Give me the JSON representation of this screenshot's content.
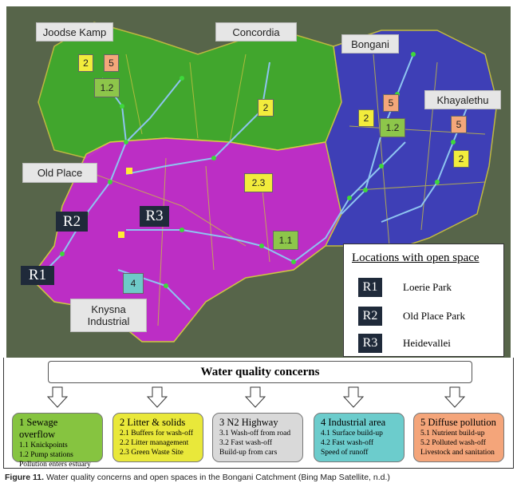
{
  "areas": {
    "joodse_kamp": "Joodse Kamp",
    "concordia": "Concordia",
    "bongani": "Bongani",
    "khayalethu": "Khayalethu",
    "old_place": "Old Place",
    "knysna_industrial": "Knysna Industrial"
  },
  "site_markers": {
    "r1": "R1",
    "r2": "R2",
    "r3": "R3"
  },
  "concern_markers": [
    {
      "label": "2",
      "color": "#f2ec3c"
    },
    {
      "label": "5",
      "color": "#f4a77a"
    },
    {
      "label": "1.2",
      "color": "#8dc64a"
    },
    {
      "label": "2",
      "color": "#f2ec3c"
    },
    {
      "label": "5",
      "color": "#f4a77a"
    },
    {
      "label": "2",
      "color": "#f2ec3c"
    },
    {
      "label": "1.2",
      "color": "#8dc64a"
    },
    {
      "label": "5",
      "color": "#f4a77a"
    },
    {
      "label": "2",
      "color": "#f2ec3c"
    },
    {
      "label": "2.3",
      "color": "#f2ec3c"
    },
    {
      "label": "1.1",
      "color": "#8dc64a"
    },
    {
      "label": "4",
      "color": "#6ecac8"
    }
  ],
  "legend": {
    "title": "Locations with open space",
    "items": [
      {
        "code": "R1",
        "name": "Loerie Park"
      },
      {
        "code": "R2",
        "name": "Old Place Park"
      },
      {
        "code": "R3",
        "name": "Heidevallei"
      }
    ]
  },
  "banner": "Water quality concerns",
  "concerns": [
    {
      "title": "1 Sewage overflow",
      "lines": [
        "1.1 Knickpoints",
        "1.2 Pump stations",
        "Pollution enters estuary"
      ],
      "color": "#86c440"
    },
    {
      "title": "2 Litter & solids",
      "lines": [
        "2.1 Buffers for wash-off",
        "2.2 Litter management",
        "2.3 Green Waste Site"
      ],
      "color": "#e9e83a"
    },
    {
      "title": "3 N2 Highway",
      "lines": [
        "3.1 Wash-off from road",
        "3.2 Fast wash-off",
        "Build-up from cars"
      ],
      "color": "#d9d9d9"
    },
    {
      "title": "4 Industrial area",
      "lines": [
        "4.1 Surface build-up",
        "4.2 Fast wash-off",
        "Speed of runoff"
      ],
      "color": "#6ccccc"
    },
    {
      "title": "5 Diffuse pollution",
      "lines": [
        "5.1 Nutrient build-up",
        "5.2 Polluted wash-off",
        "Livestock and sanitation"
      ],
      "color": "#f4a57a"
    }
  ],
  "caption": {
    "label": "Figure 11.",
    "text": " Water quality concerns and open spaces in the Bongani Catchment (Bing Map Satellite, n.d.)"
  }
}
